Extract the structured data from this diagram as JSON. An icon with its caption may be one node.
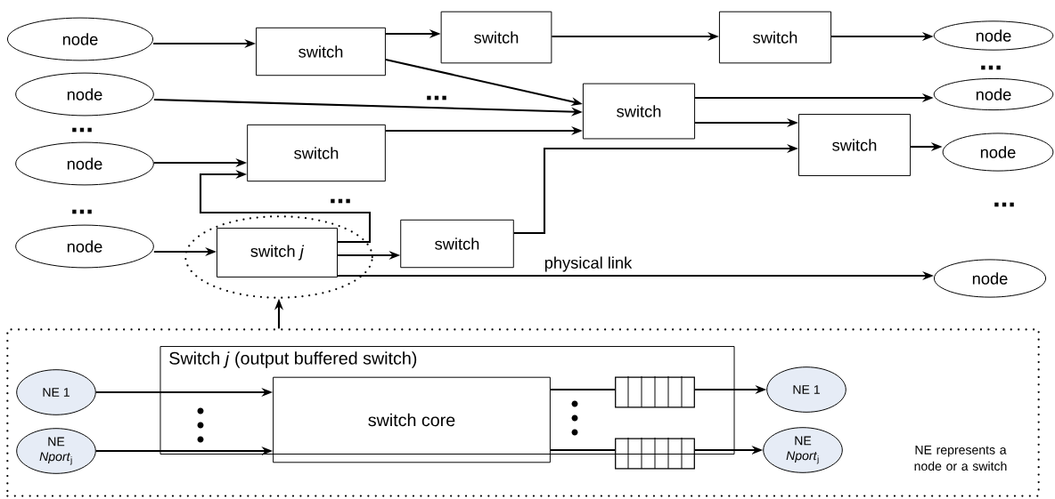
{
  "diagram": {
    "nodes": [
      {
        "text": [
          "node"
        ]
      },
      {
        "text": [
          "node"
        ]
      },
      {
        "text": [
          "node"
        ]
      },
      {
        "text": [
          "node"
        ]
      },
      {
        "text": [
          "switch"
        ]
      },
      {
        "text": [
          "switch"
        ]
      },
      {
        "text": [
          "switch"
        ]
      },
      {
        "text": [
          "node"
        ]
      },
      {
        "text": [
          "switch"
        ]
      },
      {
        "text": [
          "node"
        ]
      },
      {
        "text": [
          "switch"
        ]
      },
      {
        "text": [
          "switch"
        ]
      },
      {
        "text": [
          "node"
        ]
      },
      {
        "text": [],
        "shape": "circle"
      },
      {
        "text": [
          "switch *j*"
        ],
        "in": 13
      },
      {
        "text": [
          "switch"
        ]
      },
      {
        "text": [
          "node"
        ]
      },
      {
        "text": [],
        "shape": "box"
      },
      {
        "text": [
          "Switch *j* (output buffered switch)"
        ],
        "in": 17
      },
      {
        "text": [
          "NE 1"
        ],
        "in": 17
      },
      {
        "text": [
          "NE",
          "*Nport*$_{j}$"
        ],
        "in": 17
      },
      {
        "text": [
          "switch core"
        ],
        "in": 18
      },
      {
        "text": [],
        "shape": "box",
        "in": 18
      },
      {
        "text": [],
        "shape": "box",
        "in": 18
      },
      {
        "text": [
          "NE 1"
        ],
        "in": 17
      },
      {
        "text": [
          "NE",
          "*Nport*$_{j}$"
        ],
        "in": 17
      }
    ],
    "edges": [
      {
        "from": 0,
        "to": 4,
        "arrow": "to"
      },
      {
        "from": 4,
        "to": 5,
        "arrow": "to"
      },
      {
        "from": 5,
        "to": 6,
        "arrow": "to"
      },
      {
        "from": 6,
        "to": 7,
        "arrow": "to"
      },
      {
        "from": 4,
        "to": 8,
        "arrow": "to"
      },
      {
        "from": 1,
        "to": 8,
        "arrow": "to"
      },
      {
        "from": 10,
        "to": 8,
        "arrow": "to"
      },
      {
        "from": 8,
        "to": 9,
        "arrow": "to"
      },
      {
        "from": 8,
        "to": 11,
        "arrow": "to"
      },
      {
        "from": 11,
        "to": 12,
        "arrow": "to"
      },
      {
        "from": 2,
        "to": 10,
        "arrow": "to"
      },
      {
        "from": 14,
        "to": 10,
        "arrow": "to"
      },
      {
        "from": 3,
        "to": 14,
        "arrow": "to"
      },
      {
        "from": 14,
        "to": 15,
        "arrow": "to"
      },
      {
        "from": 15,
        "to": 11,
        "arrow": "to"
      },
      {
        "from": 14,
        "to": 16,
        "arrow": "to",
        "label": "physical link"
      },
      {
        "from": 17,
        "to": 13,
        "arrow": "to"
      },
      {
        "from": 19,
        "to": 21,
        "arrow": "to"
      },
      {
        "from": 20,
        "to": 21,
        "arrow": "to"
      },
      {
        "from": 21,
        "to": 22,
        "arrow": "none"
      },
      {
        "from": 21,
        "to": 23,
        "arrow": "none"
      },
      {
        "from": 22,
        "to": 24,
        "arrow": "to"
      },
      {
        "from": 23,
        "to": 25,
        "arrow": "to"
      }
    ],
    "labels": [
      "...",
      "...",
      "...",
      "...",
      "...",
      "...",
      "NE represents a node or a switch"
    ]
  }
}
